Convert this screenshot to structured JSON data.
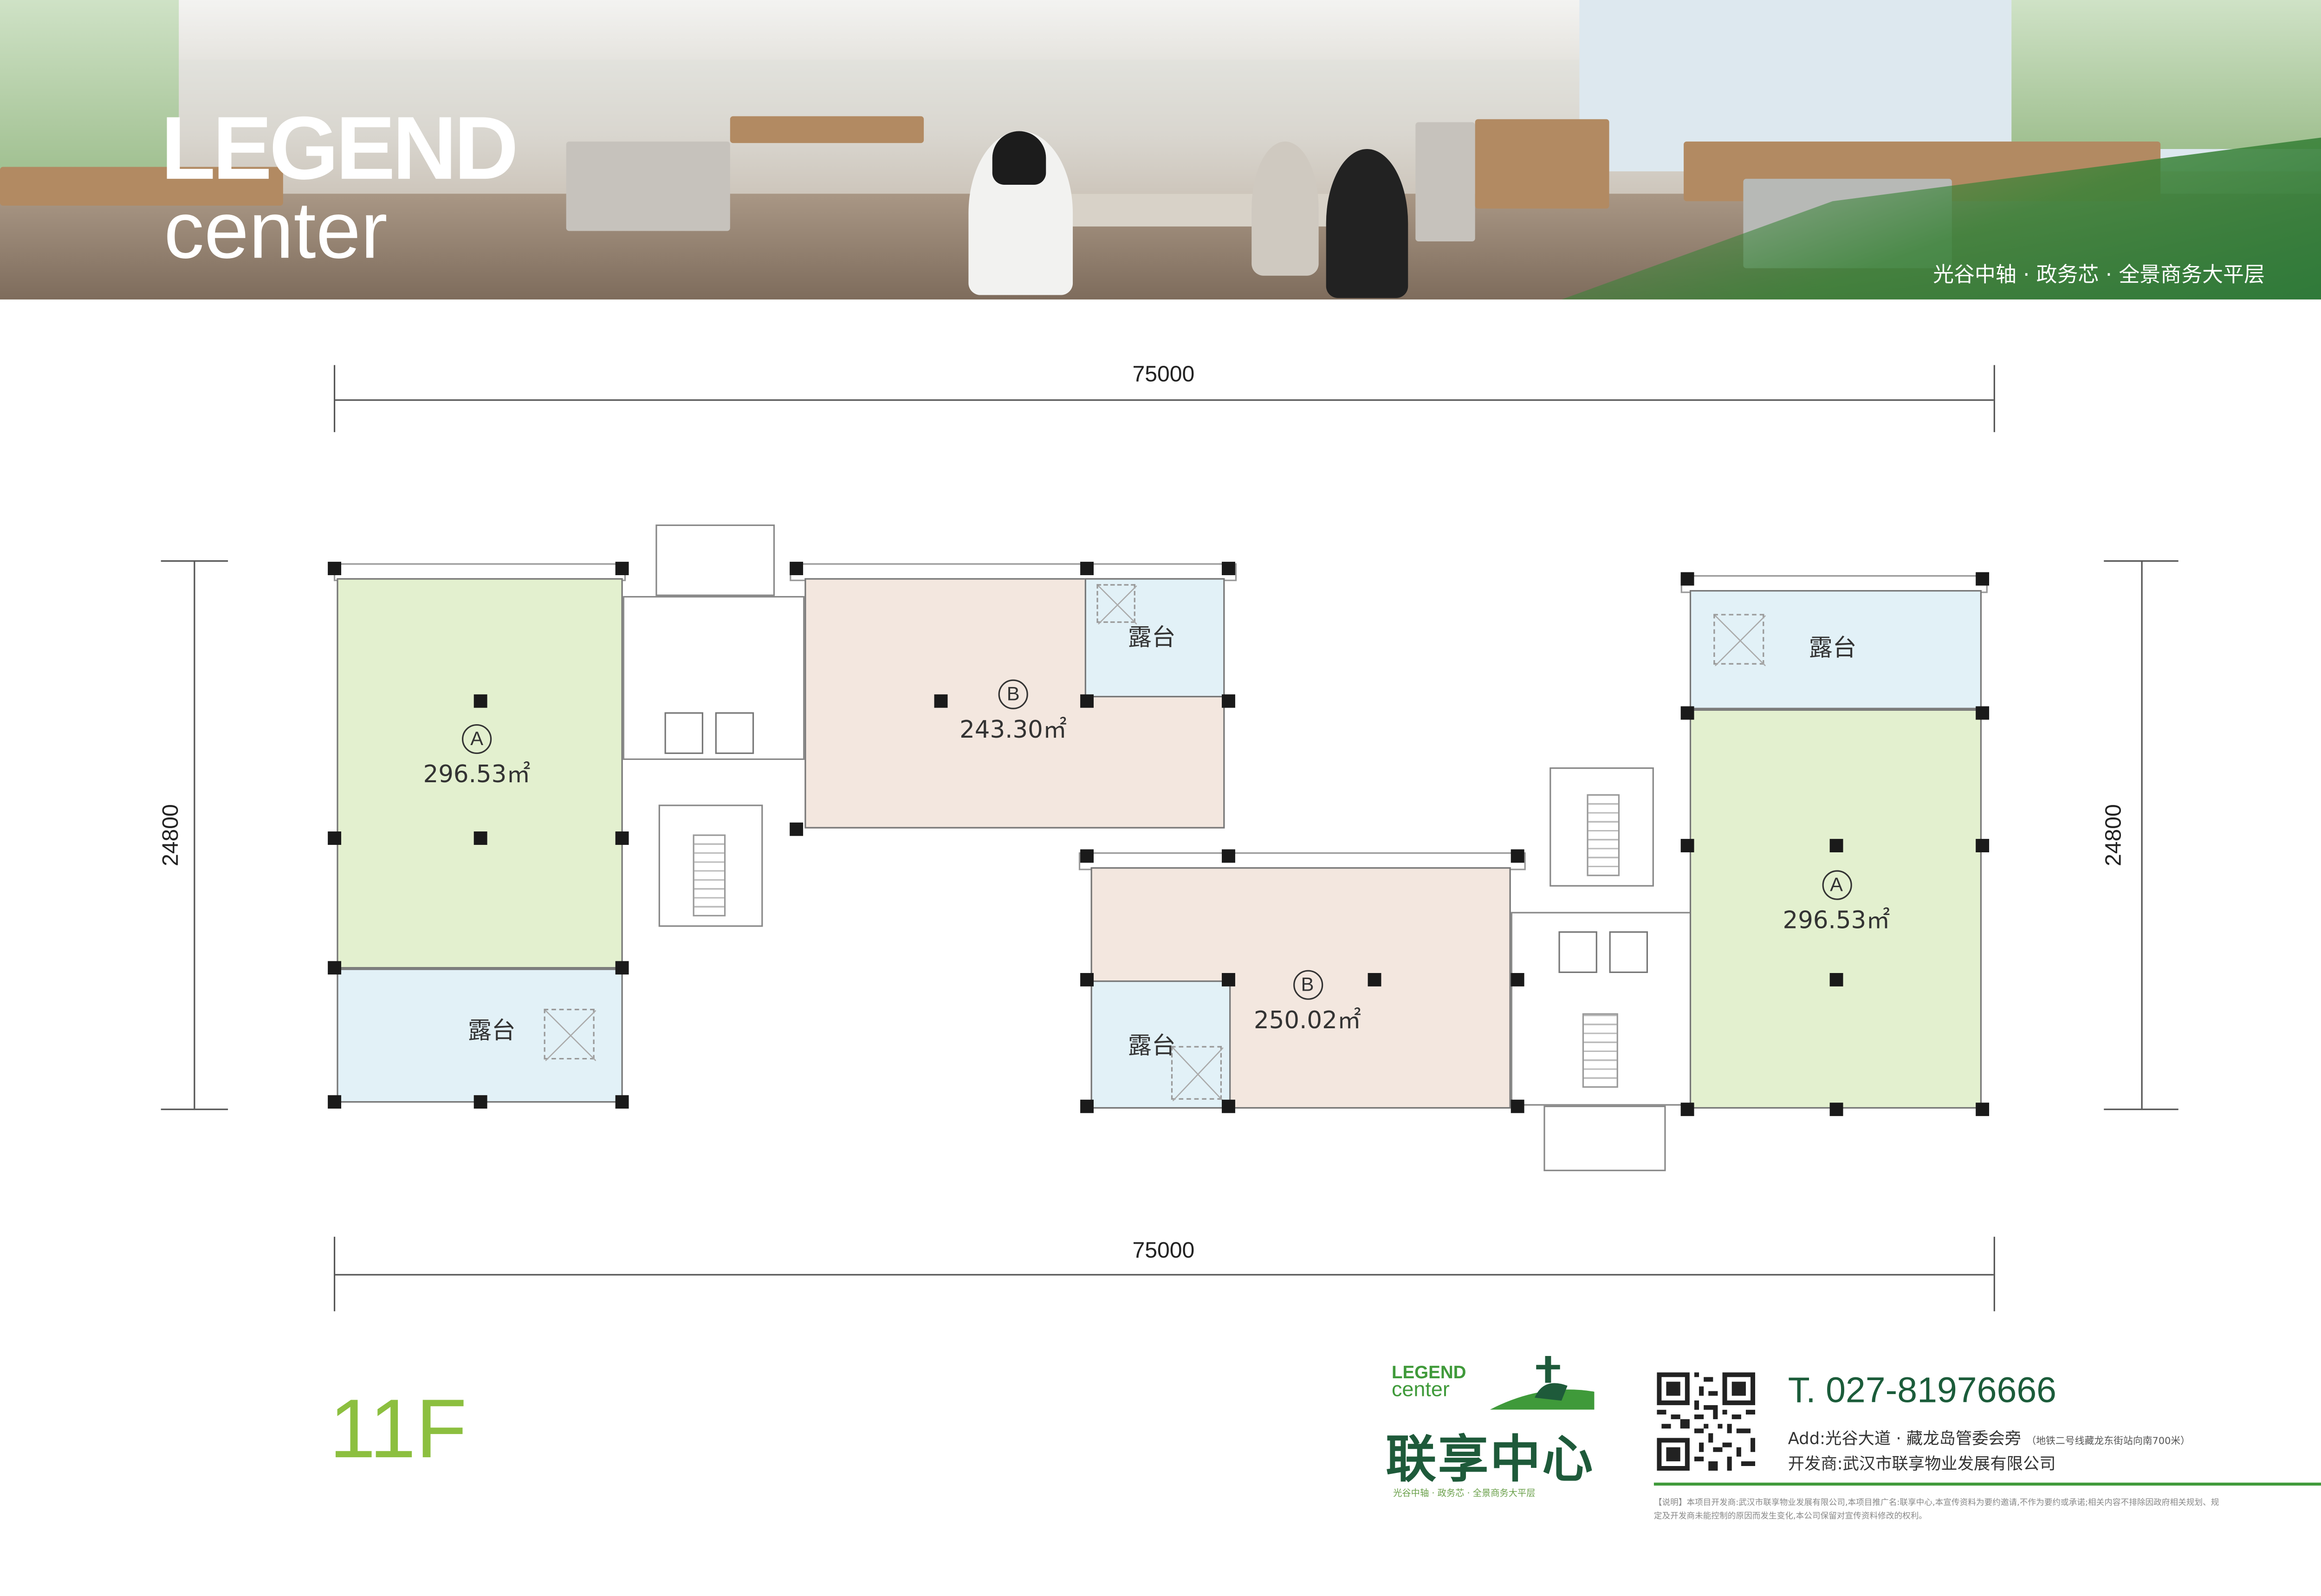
{
  "banner": {
    "logo_line1": "LEGEND",
    "logo_line2": "center",
    "slogan": "光谷中轴 · 政务芯 · 全景商务大平层"
  },
  "dimensions": {
    "top_width": "75000",
    "bottom_width": "75000",
    "left_height": "24800",
    "right_height": "24800"
  },
  "rooms": {
    "a_left": {
      "unit": "A",
      "area": "296.53㎡"
    },
    "b_upper": {
      "unit": "B",
      "area": "243.30㎡"
    },
    "b_lower": {
      "unit": "B",
      "area": "250.02㎡"
    },
    "a_right": {
      "unit": "A",
      "area": "296.53㎡"
    },
    "terraces": [
      "露台",
      "露台",
      "露台",
      "露台"
    ]
  },
  "floor": "11F",
  "footer": {
    "logo_line1": "LEGEND",
    "logo_line2": "center",
    "logo_cn": "联享中心",
    "logo_sub": "光谷中轴 · 政务芯 · 全景商务大平层",
    "tel": "T. 027-81976666",
    "address": "Add:光谷大道 · 藏龙岛管委会旁",
    "address_note": "（地铁二号线藏龙东街站向南700米）",
    "developer": "开发商:武汉市联享物业发展有限公司",
    "disclaimer": "【说明】本项目开发商:武汉市联享物业发展有限公司,本项目推广名:联享中心,本宣传资料为要约邀请,不作为要约或承诺;相关内容不排除因政府相关规划、规定及开发商未能控制的原因而发生变化,本公司保留对宣传资料修改的权利。"
  },
  "colors": {
    "unit_a": "#e3f0cf",
    "unit_b": "#f3e7df",
    "terrace": "#e2f1f7",
    "brand_green": "#3f9a3a",
    "floor_label": "#8cbf3f"
  }
}
